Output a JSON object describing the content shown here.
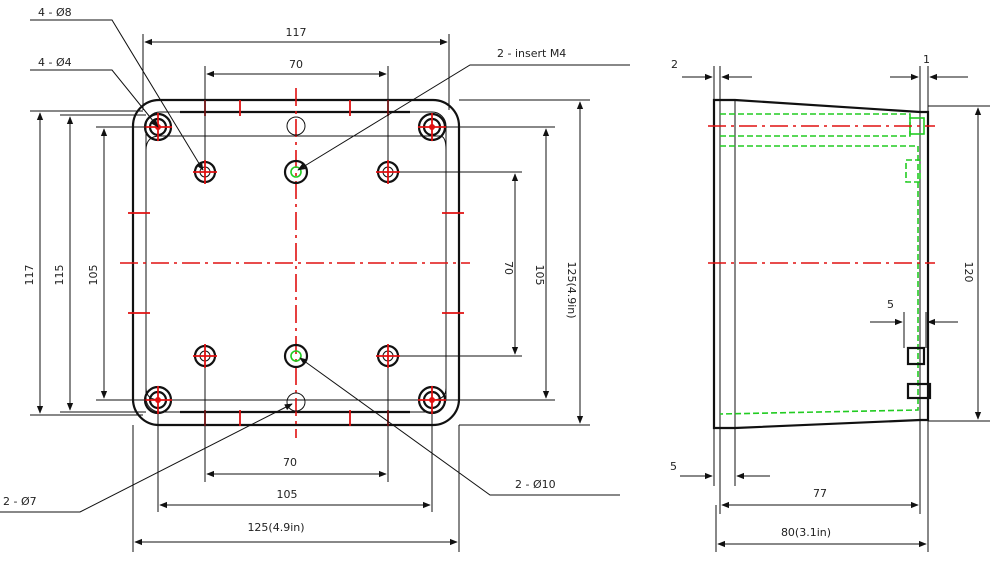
{
  "labels": {
    "hole_4_d8": "4 - Ø8",
    "hole_4_d4": "4 - Ø4",
    "insert_m4": "2 - insert  M4",
    "hole_2_d7": "2 - Ø7",
    "hole_2_d10": "2 - Ø10"
  },
  "front_dims": {
    "top_117": "117",
    "top_70": "70",
    "bottom_70": "70",
    "bottom_105": "105",
    "bottom_125": "125(4.9in)",
    "left_117": "117",
    "left_115": "115",
    "left_105": "105",
    "right_70": "70",
    "right_105": "105",
    "right_125": "125(4.9in)"
  },
  "side_dims": {
    "top_2": "2",
    "top_1": "1",
    "right_120": "120",
    "mid_5": "5",
    "bottom_5": "5",
    "bottom_77": "77",
    "bottom_80": "80(3.1in)"
  },
  "colors": {
    "centerline": "#e01010",
    "hidden_insert": "#22cc22",
    "outline": "#111111"
  }
}
